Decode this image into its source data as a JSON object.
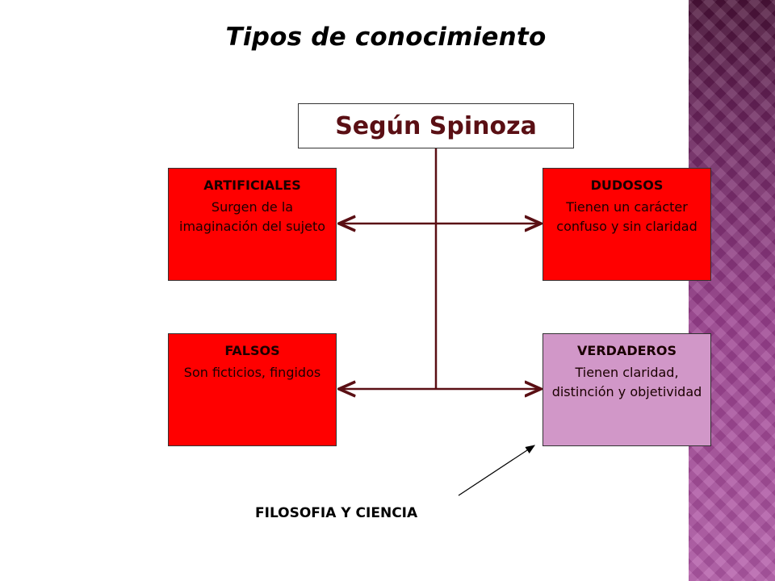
{
  "title": "Tipos de conocimiento",
  "root": {
    "label": "Según Spinoza"
  },
  "nodes": {
    "artificiales": {
      "heading": "ARTIFICIALES",
      "text": "Surgen de la imaginación del sujeto"
    },
    "dudosos": {
      "heading": "DUDOSOS",
      "text": "Tienen un carácter confuso y sin claridad"
    },
    "falsos": {
      "heading": "FALSOS",
      "text": "Son ficticios, fingidos"
    },
    "verdaderos": {
      "heading": "VERDADEROS",
      "text": "Tienen claridad, distinción y objetividad"
    }
  },
  "caption": "FILOSOFIA Y CIENCIA",
  "colors": {
    "connector": "#5a0f14",
    "node_red": "#ff0000",
    "node_pink": "#d197c8",
    "root_text": "#5a0f14",
    "side_panel": "#9a3f8e"
  }
}
